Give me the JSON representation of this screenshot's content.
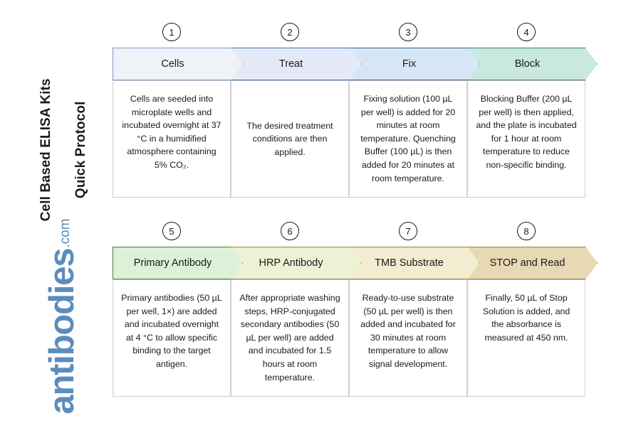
{
  "page": {
    "title_line1": "Cell Based ELISA Kits",
    "title_line2": "Quick Protocol",
    "brand_name": "antibodies",
    "brand_tld": ".com",
    "brand_color": "#5b8cbe"
  },
  "flow": {
    "rows": [
      {
        "name": "row-1",
        "steps": [
          {
            "number": "1",
            "label": "Cells",
            "body": "Cells are seeded into microplate wells and incubated overnight at 37 °C in a humidified atmosphere containing 5% CO₂.",
            "fill": "#eff3f8",
            "border": "#7a9cc6",
            "align": "top"
          },
          {
            "number": "2",
            "label": "Treat",
            "body": "The desired treatment conditions are then applied.",
            "fill": "#e3e9f7",
            "border": "#4a6fa5",
            "align": "middle"
          },
          {
            "number": "3",
            "label": "Fix",
            "body": "Fixing solution (100 µL per well) is added for 20 minutes at room temperature. Quenching Buffer (100 µL) is then added for 20 minutes at room temperature.",
            "fill": "#d6e6f5",
            "border": "#3d6490",
            "align": "top"
          },
          {
            "number": "4",
            "label": "Block",
            "body": "Blocking Buffer (200 µL per well) is then applied, and the plate is incubated for 1 hour at room temperature to reduce non-specific binding.",
            "fill": "#c9e8e0",
            "border": "#3d7a6e",
            "align": "top"
          }
        ]
      },
      {
        "name": "row-2",
        "steps": [
          {
            "number": "5",
            "label": "Primary Antibody",
            "body": "Primary antibodies (50 µL per well, 1×) are added and incubated overnight at 4 °C to allow specific binding to the target antigen.",
            "fill": "#ddf0d8",
            "border": "#4a7c2f",
            "align": "top"
          },
          {
            "number": "6",
            "label": "HRP Antibody",
            "body": "After appropriate washing steps, HRP-conjugated secondary antibodies (50 µL per well) are added and incubated for 1.5 hours at room temperature.",
            "fill": "#edf2d5",
            "border": "#8a8f3a",
            "align": "top"
          },
          {
            "number": "7",
            "label": "TMB Substrate",
            "body": "Ready-to-use substrate (50 µL per well) is then added and incubated for 30 minutes at room temperature to allow signal development.",
            "fill": "#f2ecd0",
            "border": "#9a8332",
            "align": "top"
          },
          {
            "number": "8",
            "label": "STOP and Read",
            "body": "Finally, 50 µL of Stop Solution is added, and the absorbance is measured at 450 nm.",
            "fill": "#e8d9b5",
            "border": "#9a7a3a",
            "align": "top"
          }
        ]
      }
    ]
  }
}
